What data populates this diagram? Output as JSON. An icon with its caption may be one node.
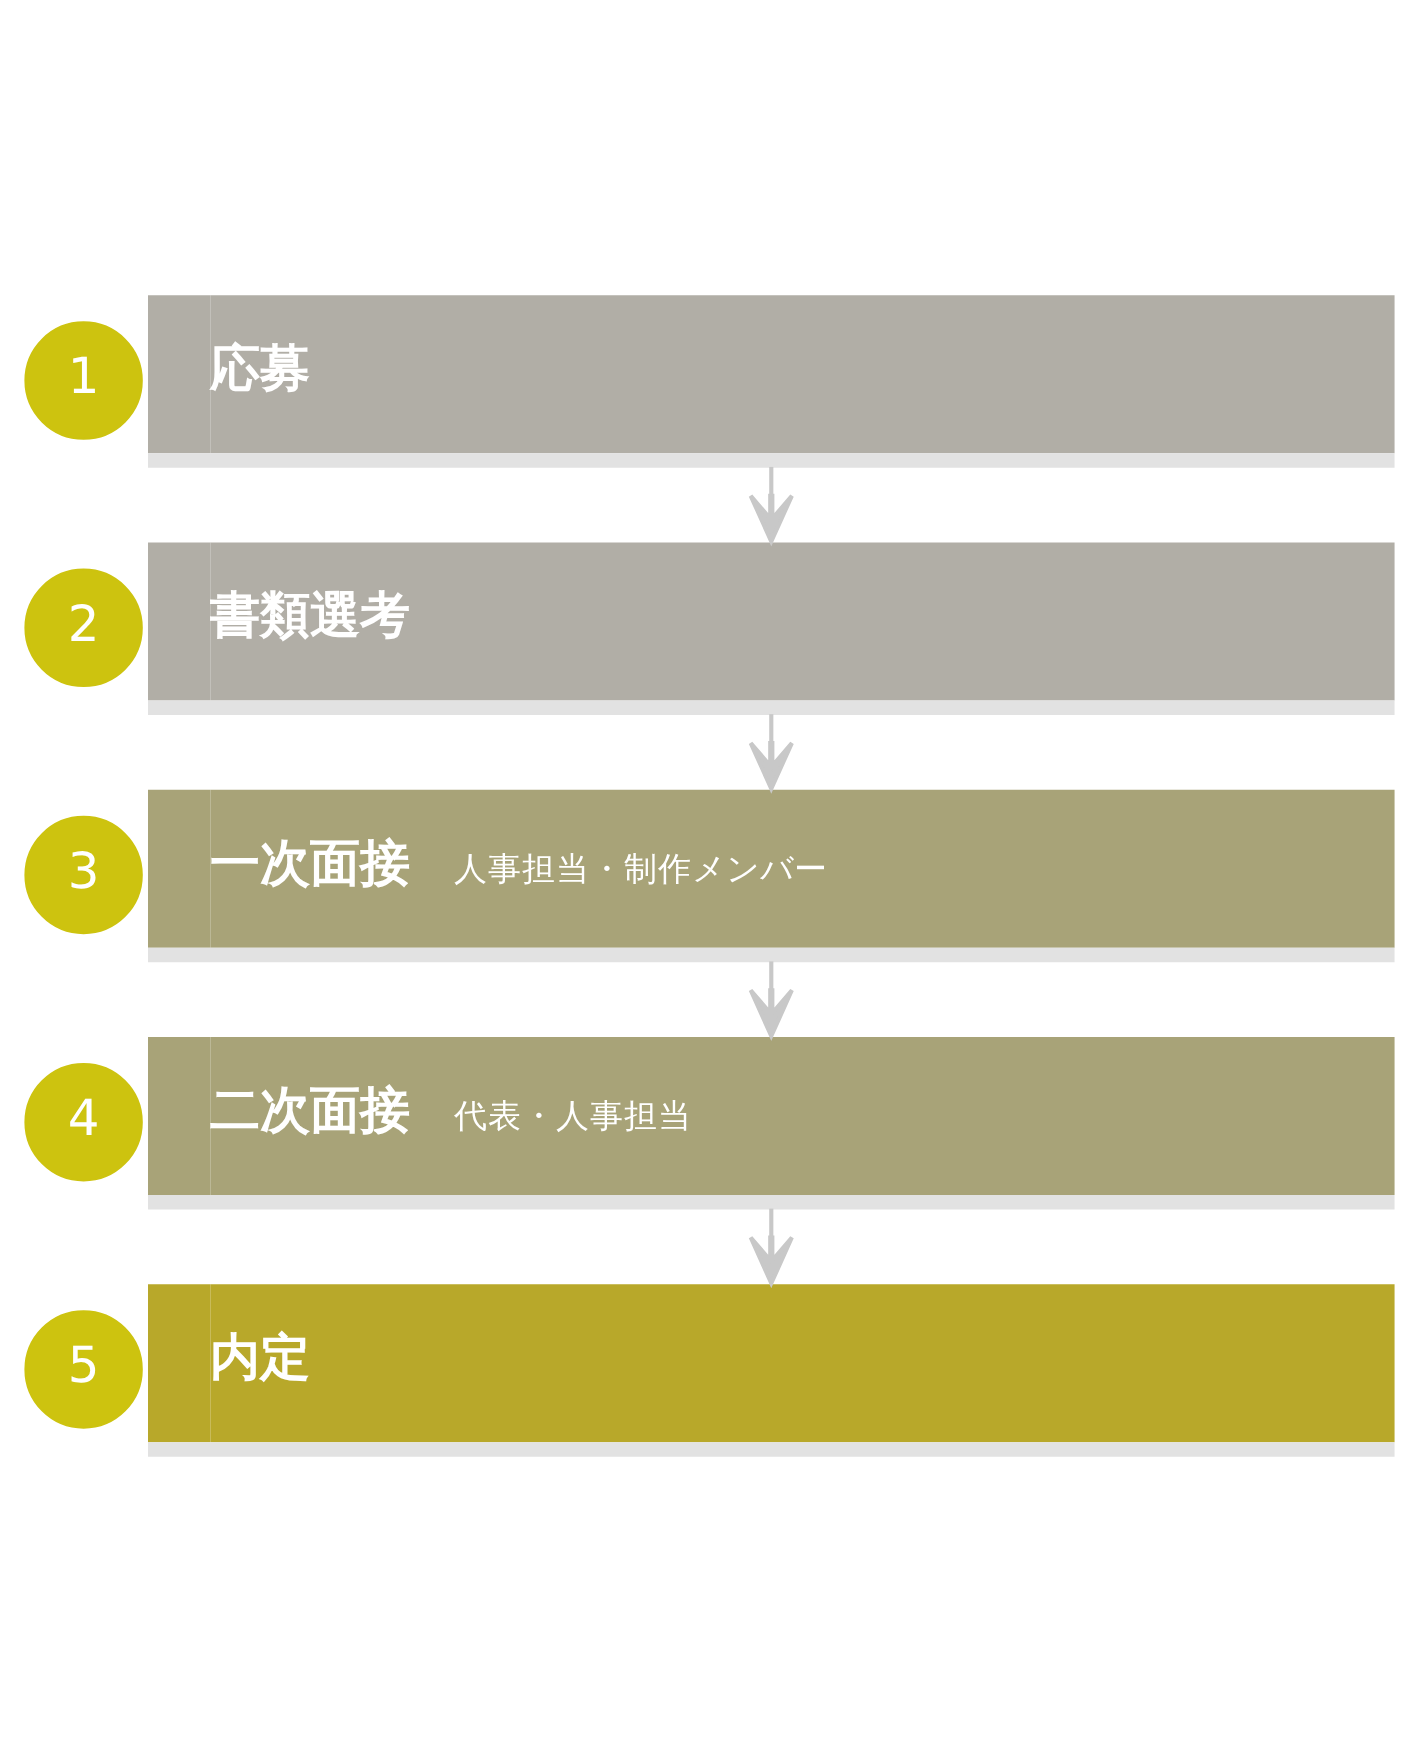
{
  "diagram": {
    "nodes": [
      {
        "text": [
          "1"
        ]
      },
      {
        "text": [
          "応募"
        ]
      },
      {
        "text": [
          "2"
        ]
      },
      {
        "text": [
          "書類選考"
        ]
      },
      {
        "text": [
          "3"
        ]
      },
      {
        "text": [
          "一次面接",
          "人事担当・制作メンバー"
        ]
      },
      {
        "text": [
          "4"
        ]
      },
      {
        "text": [
          "二次面接",
          "代表・人事担当"
        ]
      },
      {
        "text": [
          "5"
        ]
      },
      {
        "text": [
          "内定"
        ]
      }
    ],
    "edges": [
      {
        "from": 1,
        "to": 3,
        "arrow": "to"
      },
      {
        "from": 3,
        "to": 5,
        "arrow": "to"
      },
      {
        "from": 5,
        "to": 7,
        "arrow": "to"
      },
      {
        "from": 7,
        "to": 9,
        "arrow": "to"
      }
    ]
  }
}
